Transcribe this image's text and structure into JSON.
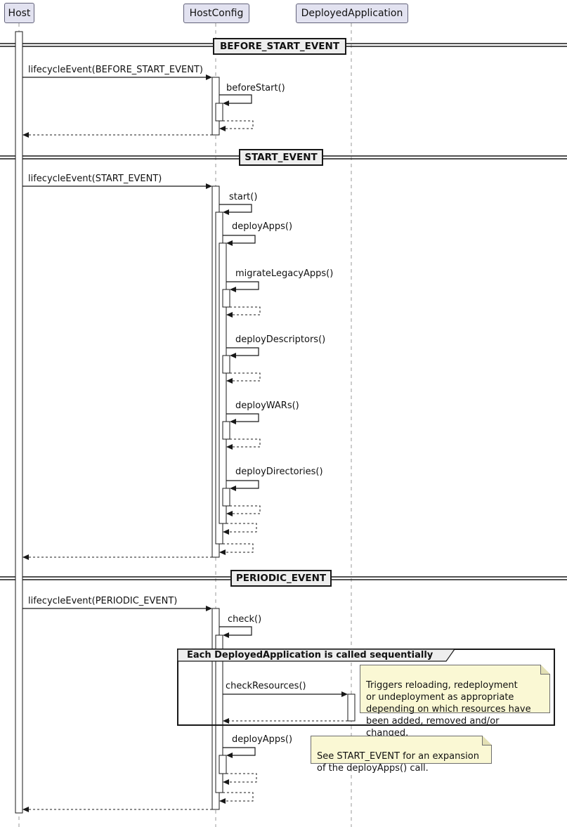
{
  "colors": {
    "background": "#FFFFFF",
    "participant-fill": "#E2E2F0",
    "participant-border": "#62627A",
    "divider-fill": "#EEEEEE",
    "group-header-fill": "#EEEEEE",
    "note-fill": "#FAF8D4",
    "note-border": "#6E6E6E",
    "line": "#181818",
    "lifeline": "#999999",
    "text": "#111111"
  },
  "participants": [
    {
      "name": "Host"
    },
    {
      "name": "HostConfig"
    },
    {
      "name": "DeployedApplication"
    }
  ],
  "dividers": [
    {
      "label": "BEFORE_START_EVENT"
    },
    {
      "label": "START_EVENT"
    },
    {
      "label": "PERIODIC_EVENT"
    }
  ],
  "group": {
    "label": "Each DeployedApplication is called sequentially"
  },
  "messages": {
    "lifecycle_before_start": "lifecycleEvent(BEFORE_START_EVENT)",
    "before_start": "beforeStart()",
    "lifecycle_start": "lifecycleEvent(START_EVENT)",
    "start": "start()",
    "deploy_apps_start": "deployApps()",
    "migrate_legacy_apps": "migrateLegacyApps()",
    "deploy_descriptors": "deployDescriptors()",
    "deploy_wars": "deployWARs()",
    "deploy_directories": "deployDirectories()",
    "lifecycle_periodic": "lifecycleEvent(PERIODIC_EVENT)",
    "check": "check()",
    "check_resources": "checkResources()",
    "deploy_apps_periodic": "deployApps()"
  },
  "notes": {
    "check_resources": "Triggers reloading, redeployment\nor undeployment as appropriate\ndepending on which resources have\nbeen added, removed and/or changed.",
    "deploy_apps": "See START_EVENT for an expansion\nof the deployApps() call."
  }
}
